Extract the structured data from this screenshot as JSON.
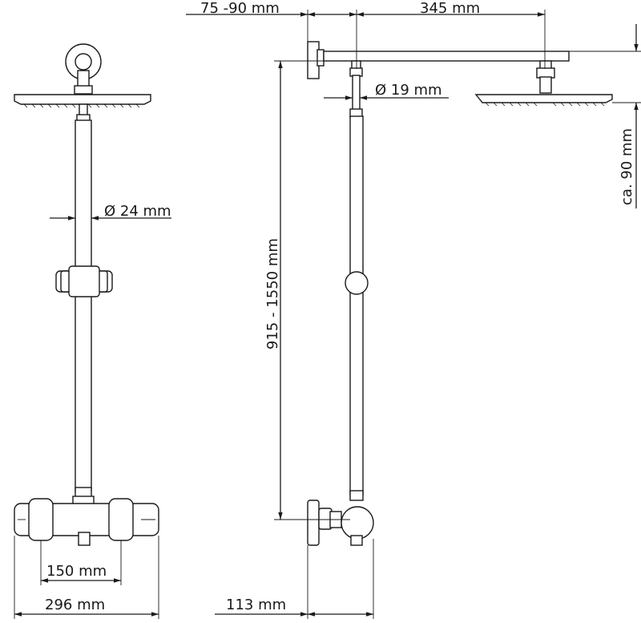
{
  "dimensions": {
    "wall_offset": "75 -90 mm",
    "arm_length": "345 mm",
    "upper_pipe_diameter": "Ø 19 mm",
    "head_drop": "ca. 90 mm",
    "pipe_diameter": "Ø 24 mm",
    "height_range": "915 - 1550 mm",
    "inlet_spacing": "150  mm",
    "mixer_width": "296  mm",
    "mixer_depth": "113  mm"
  }
}
